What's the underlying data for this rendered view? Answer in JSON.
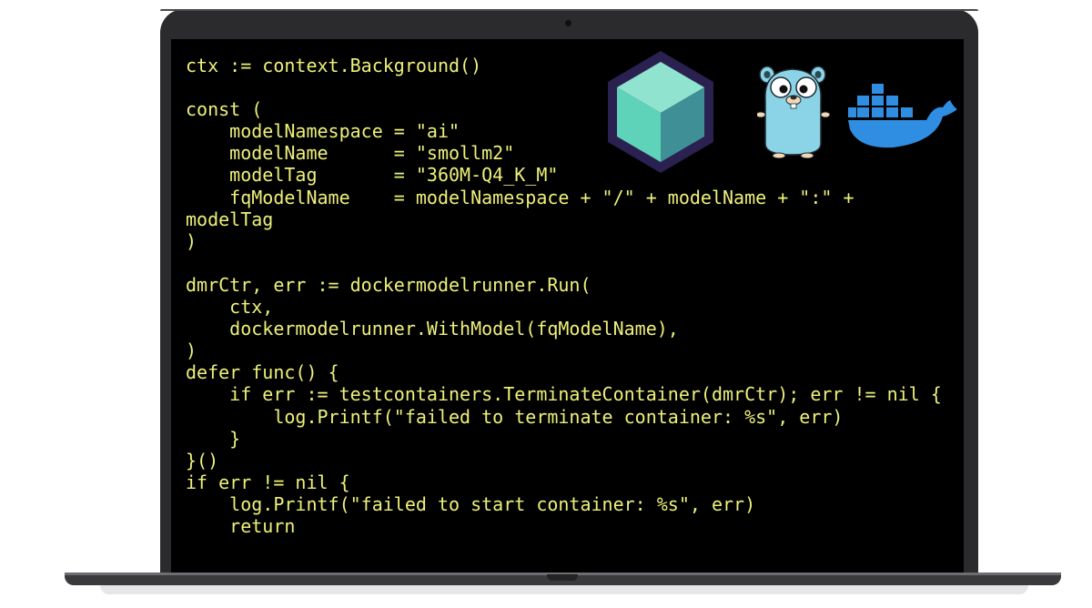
{
  "code_lines": [
    "ctx := context.Background()",
    "",
    "const (",
    "    modelNamespace = \"ai\"",
    "    modelName      = \"smollm2\"",
    "    modelTag       = \"360M-Q4_K_M\"",
    "    fqModelName    = modelNamespace + \"/\" + modelName + \":\" +",
    "modelTag",
    ")",
    "",
    "dmrCtr, err := dockermodelrunner.Run(",
    "    ctx,",
    "    dockermodelrunner.WithModel(fqModelName),",
    ")",
    "defer func() {",
    "    if err := testcontainers.TerminateContainer(dmrCtr); err != nil {",
    "        log.Printf(\"failed to terminate container: %s\", err)",
    "    }",
    "}()",
    "if err != nil {",
    "    log.Printf(\"failed to start container: %s\", err)",
    "    return"
  ],
  "logos": [
    "testcontainers-cube-icon",
    "go-gopher-icon",
    "docker-whale-icon"
  ],
  "colors": {
    "code_text": "#eef07a",
    "screen_bg": "#000000",
    "laptop_frame": "#2b2b2e",
    "cube_light": "#5fd3b9",
    "cube_dark": "#3f8f96",
    "cube_border": "#2b2150",
    "gopher_body": "#8bd3e6",
    "docker_blue": "#2f8ee2"
  }
}
